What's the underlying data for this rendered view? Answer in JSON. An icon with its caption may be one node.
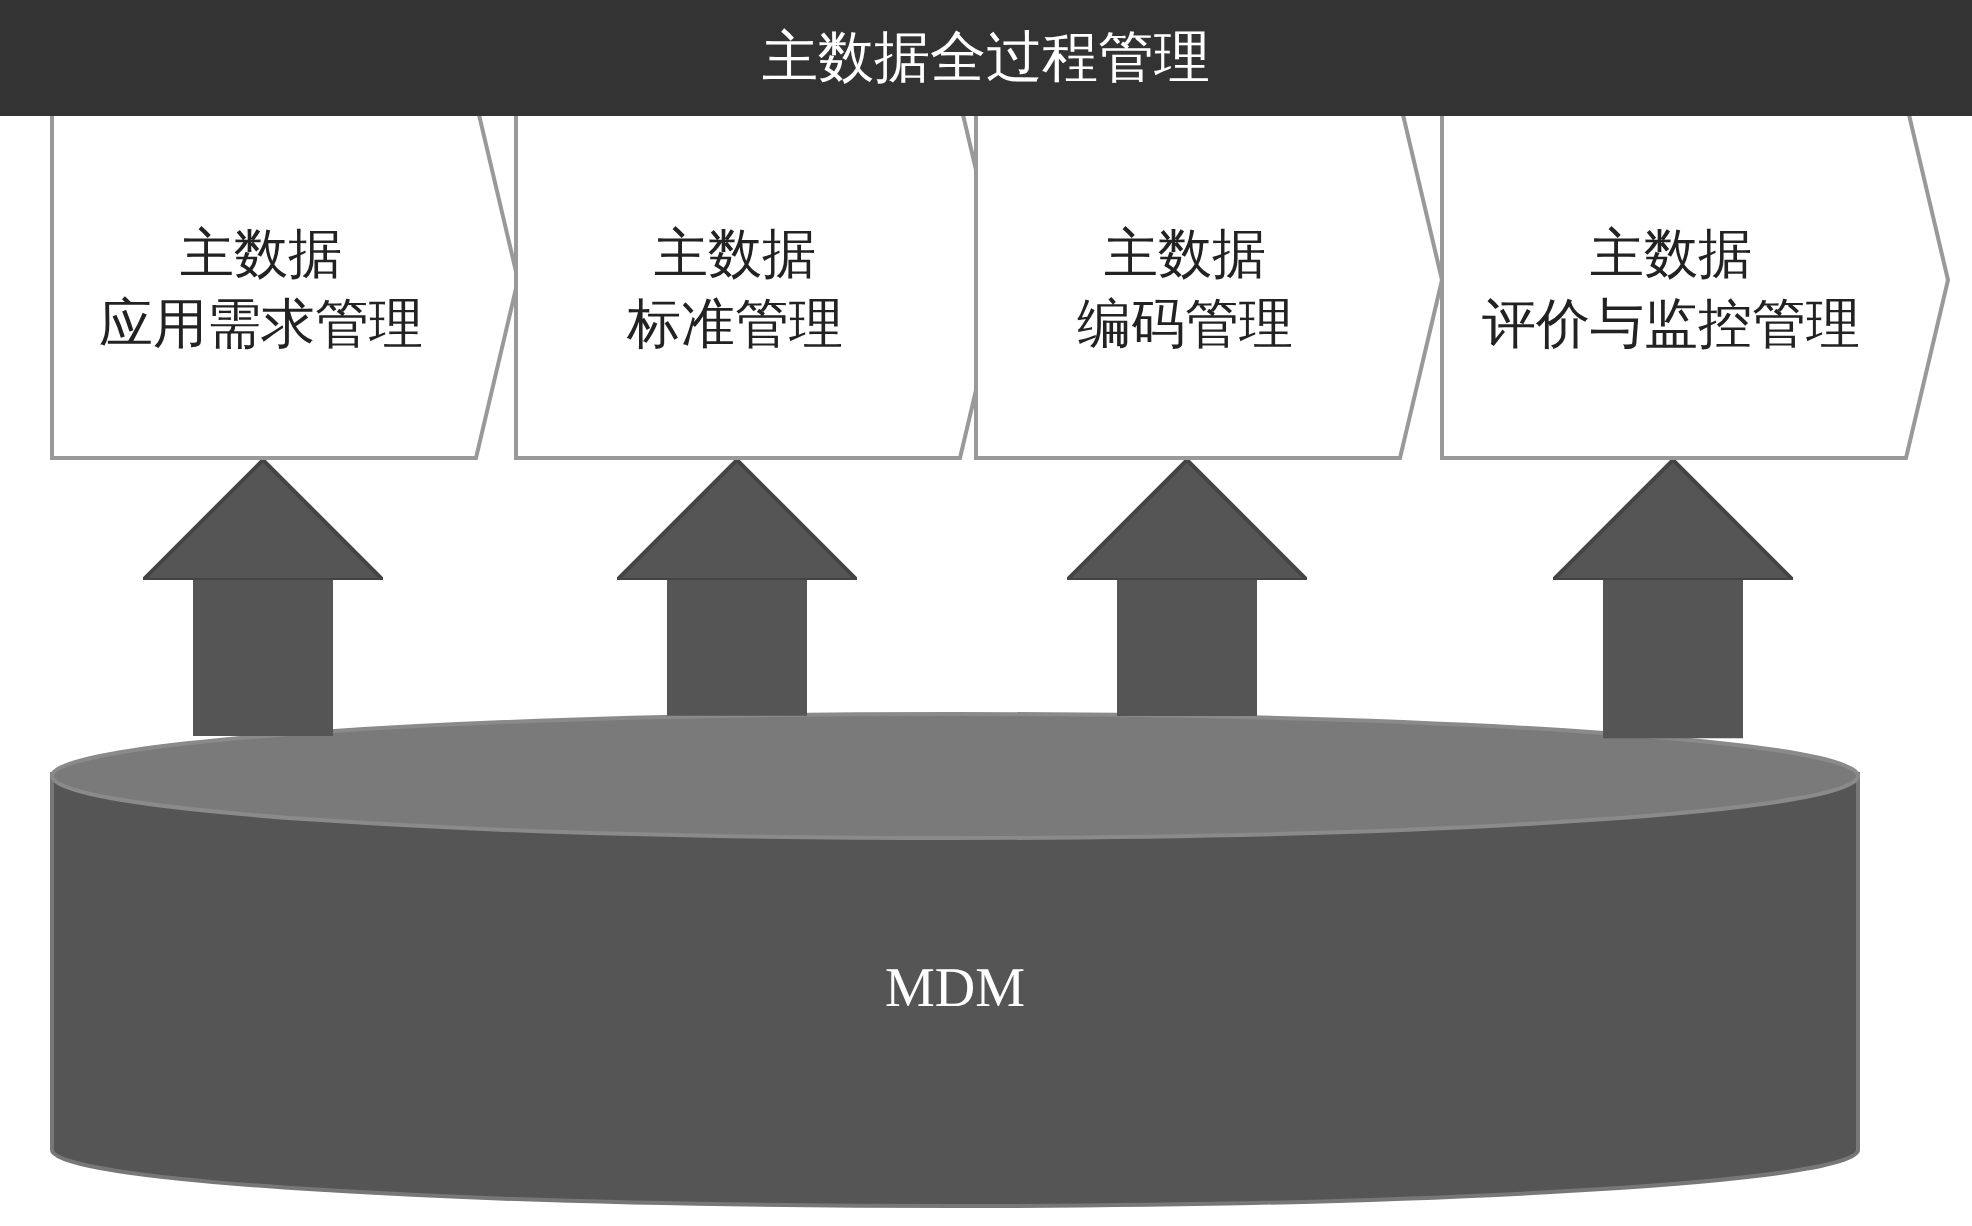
{
  "diagram": {
    "nodes": [
      {
        "text": [
          "主数据全过程管理"
        ]
      },
      {
        "text": [
          "主数据",
          "应用需求管理"
        ]
      },
      {
        "text": [
          "主数据",
          "标准管理"
        ]
      },
      {
        "text": [
          "主数据",
          "编码管理"
        ]
      },
      {
        "text": [
          "主数据",
          "评价与监控管理"
        ]
      },
      {
        "text": [
          "MDM"
        ]
      }
    ],
    "edges": [
      {
        "from": 5,
        "to": 1,
        "arrow": "to"
      },
      {
        "from": 5,
        "to": 2,
        "arrow": "to"
      },
      {
        "from": 5,
        "to": 3,
        "arrow": "to"
      },
      {
        "from": 5,
        "to": 4,
        "arrow": "to"
      }
    ]
  }
}
